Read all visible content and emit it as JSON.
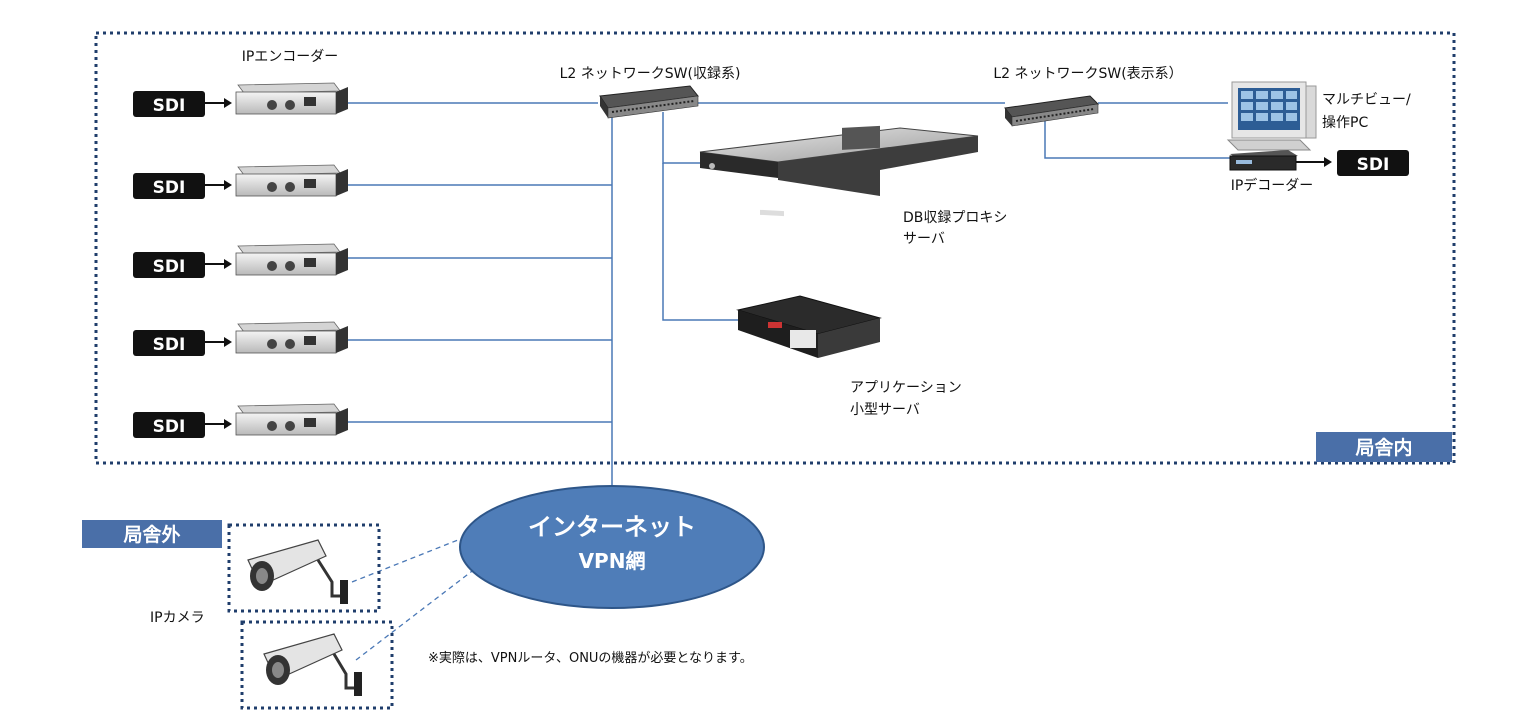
{
  "labels": {
    "ip_encoder": "IPエンコーダー",
    "l2_rec": "L2 ネットワークSW(収録系)",
    "l2_disp": "L2 ネットワークSW(表示系）",
    "multiview_1": "マルチビュー/",
    "multiview_2": "操作PC",
    "ip_decoder": "IPデコーダー",
    "db_server_1": "DB収録プロキシ",
    "db_server_2": "サーバ",
    "app_server_1": "アプリケーション",
    "app_server_2": "小型サーバ",
    "ip_camera": "IPカメラ",
    "note": "※実際は、VPNルータ、ONUの機器が必要となります。"
  },
  "sdi_label": "SDI",
  "zones": {
    "inside": "局舎内",
    "outside": "局舎外"
  },
  "internet": {
    "line1": "インターネット",
    "line2": "VPN網"
  },
  "colors": {
    "zone_border": "#1f3d6b",
    "line": "#4a78b6",
    "sdi_bg": "#111111",
    "tag_bg": "#4a6fa8",
    "cloud_fill": "#4f7db8",
    "cloud_stroke": "#2e5689"
  }
}
